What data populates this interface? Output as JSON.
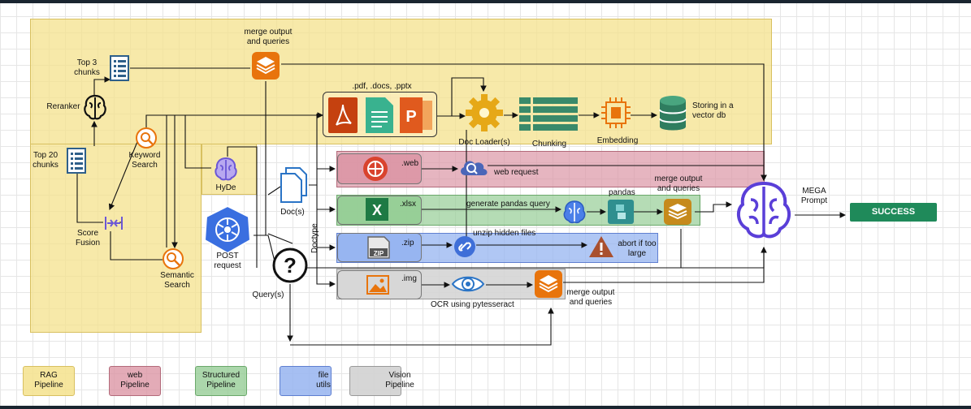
{
  "labels": {
    "merge_top": "merge output\nand queries",
    "top3": "Top 3\nchunks",
    "reranker": "Reranker",
    "top20": "Top 20\nchunks",
    "keyword": "Keyword\nSearch",
    "hyde": "HyDe",
    "score_fusion": "Score\nFusion",
    "semantic": "Semantic\nSearch",
    "post": "POST\nrequest",
    "docs": "Doc(s)",
    "query": "Query(s)",
    "doctype": "Doctype",
    "ext_office": ".pdf, .docs, .pptx",
    "doc_loader": "Doc Loader(s)",
    "chunking": "Chunking",
    "embedding": "Embedding",
    "vector": "Storing in a\nvector db",
    "web_ext": ".web",
    "web_request": "web request",
    "xlsx_ext": ".xlsx",
    "pandas_q": "generate pandas query",
    "pandas": "pandas",
    "merge_str": "merge output\nand queries",
    "zip_ext": ".zip",
    "unzip": "unzip hidden files",
    "abort": "abort if too\nlarge",
    "img_ext": ".img",
    "ocr": "OCR using pytesseract",
    "merge_vis": "merge output\nand queries",
    "mega": "MEGA\nPrompt",
    "success": "SUCCESS"
  },
  "legend": [
    {
      "label": "RAG\nPipeline",
      "color": "#f4e28c"
    },
    {
      "label": "web\nPipeline",
      "color": "#dc96a5"
    },
    {
      "label": "Structured\nPipeline",
      "color": "#96cd96"
    },
    {
      "label": "file\nutils",
      "color": "#96b4f0"
    },
    {
      "label": "Vision\nPipeline",
      "color": "#d2d2d2"
    }
  ],
  "colors": {
    "orange": "#e8740c",
    "gold": "#e6a817",
    "green_icon": "#3a8a6a",
    "blue_icon": "#3f6fd8",
    "purple_icon": "#6b57d6",
    "success": "#1f8a5a"
  },
  "icons": [
    "list-icon",
    "brain-icon",
    "search-icon",
    "hexagon-icon",
    "documents-icon",
    "question-icon",
    "pdf-icon",
    "doc-icon",
    "ppt-icon",
    "gear-icon",
    "chunk-icon",
    "chip-icon",
    "database-icon",
    "globe-icon",
    "cloud-search-icon",
    "excel-icon",
    "zip-icon",
    "link-icon",
    "warning-icon",
    "image-icon",
    "eye-icon",
    "python-icon",
    "merge-cube-icon",
    "fusion-icon"
  ]
}
